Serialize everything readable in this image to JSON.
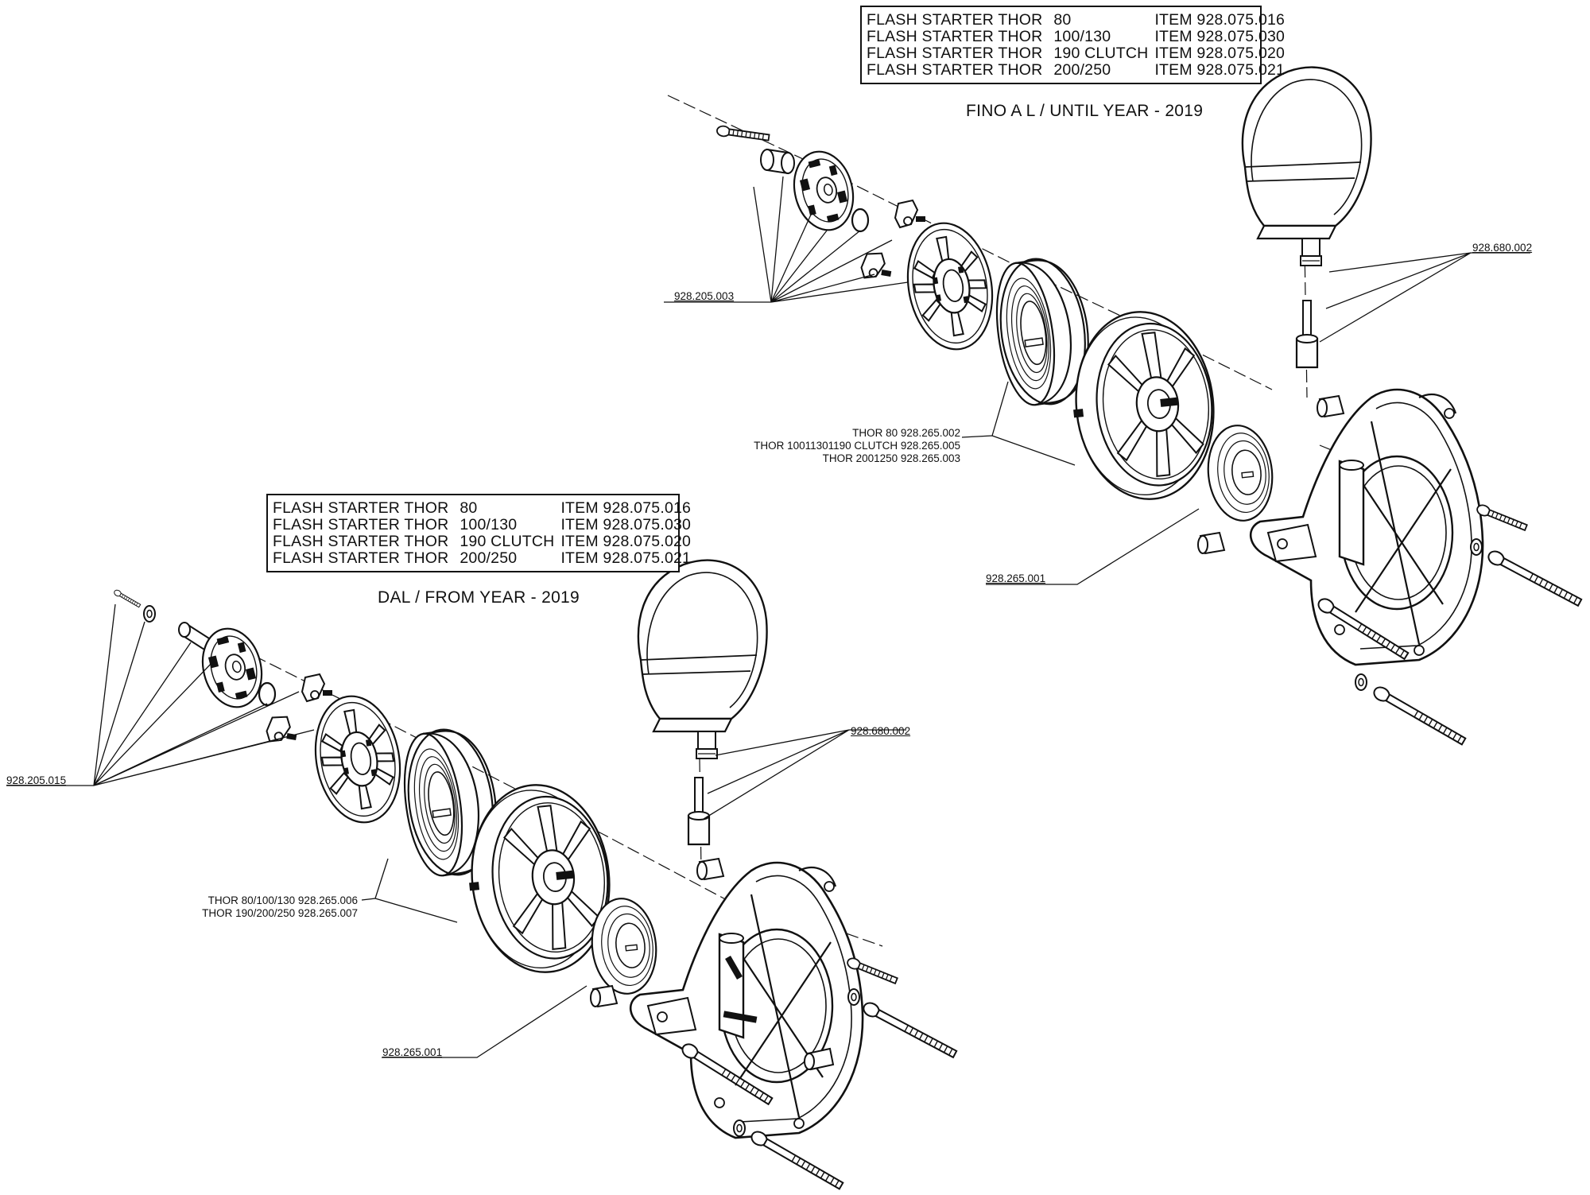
{
  "diagram_top": {
    "item_table": [
      {
        "name": "FLASH STARTER THOR",
        "model": "80",
        "item": "ITEM  928.075.016"
      },
      {
        "name": "FLASH STARTER THOR",
        "model": "100/130",
        "item": "ITEM  928.075.030"
      },
      {
        "name": "FLASH STARTER THOR",
        "model": "190 CLUTCH",
        "item": "ITEM  928.075.020"
      },
      {
        "name": "FLASH STARTER THOR",
        "model": "200/250",
        "item": "ITEM  928.075.021"
      }
    ],
    "caption": "FINO A L / UNTIL YEAR - 2019",
    "labels": {
      "small_parts": "928.205.003",
      "handle": "928.680.002",
      "spring": "928.265.001",
      "pulley_lines": [
        "THOR 80   928.265.002",
        "THOR 10011301190 CLUTCH  928.265.005",
        "THOR 2001250  928.265.003"
      ]
    }
  },
  "diagram_bottom": {
    "item_table": [
      {
        "name": "FLASH STARTER THOR",
        "model": "80",
        "item": "ITEM  928.075.016"
      },
      {
        "name": "FLASH STARTER THOR",
        "model": "100/130",
        "item": "ITEM  928.075.030"
      },
      {
        "name": "FLASH STARTER THOR",
        "model": "190 CLUTCH",
        "item": "ITEM  928.075.020"
      },
      {
        "name": "FLASH STARTER THOR",
        "model": "200/250",
        "item": "ITEM  928.075.021"
      }
    ],
    "caption": "DAL / FROM YEAR - 2019",
    "labels": {
      "small_parts": "928.205.015",
      "handle": "928.680.002",
      "spring": "928.265.001",
      "pulley_lines": [
        "THOR 80/100/130   928.265.006",
        "THOR 190/200/250  928.265.007"
      ]
    }
  }
}
